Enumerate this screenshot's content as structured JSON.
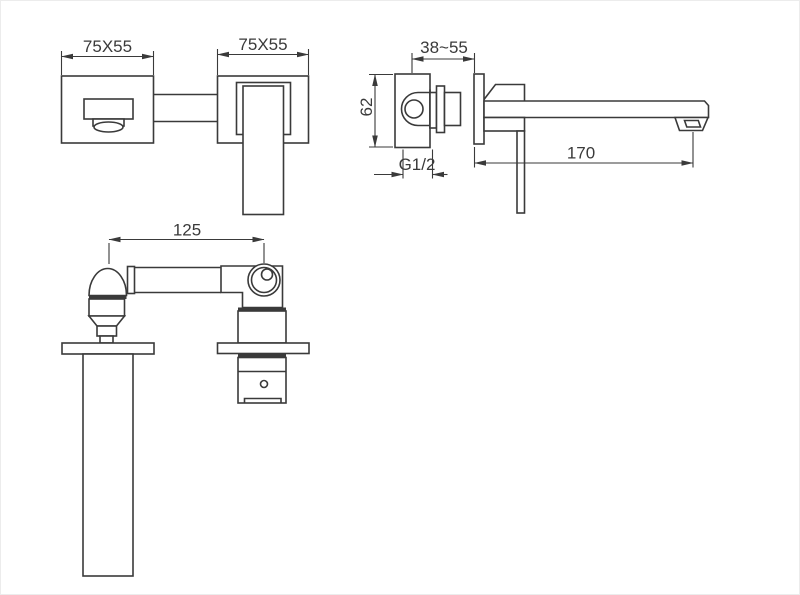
{
  "page": {
    "background": "#ffffff",
    "border_color": "#ececec"
  },
  "drawing": {
    "line_color": "#3a3a3a",
    "views": {
      "front": {
        "left_plate_dim": "75X55",
        "right_plate_dim": "75X55"
      },
      "side": {
        "depth_range_dim": "38~55",
        "valve_height_dim": "62",
        "inlet_thread_label": "G1/2",
        "spout_reach_dim": "170"
      },
      "rough_in": {
        "center_distance_dim": "125"
      }
    }
  }
}
